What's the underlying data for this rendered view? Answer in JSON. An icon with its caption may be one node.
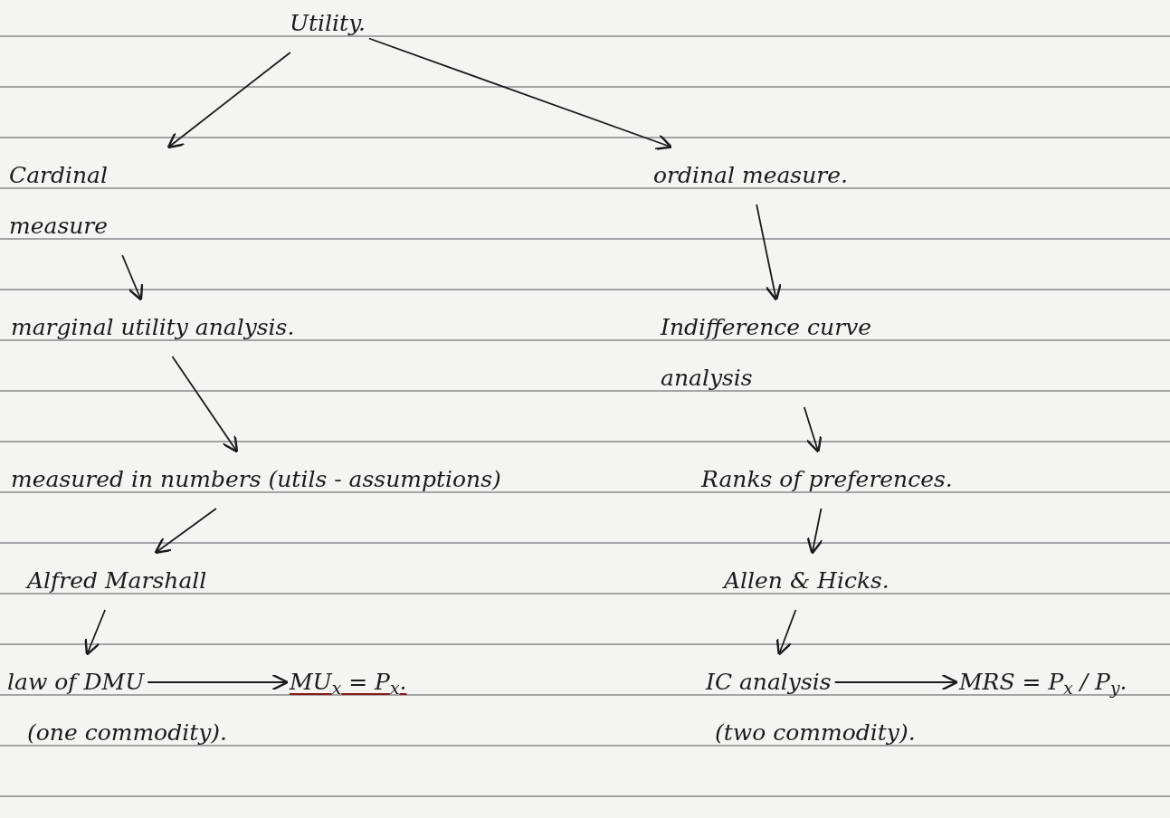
{
  "diagram": {
    "nodes": [
      {
        "text": [
          "Utility."
        ]
      },
      {
        "text": [
          "Cardinal measure"
        ]
      },
      {
        "text": [
          "ordinal measure."
        ]
      },
      {
        "text": [
          "marginal utility analysis."
        ]
      },
      {
        "text": [
          "Indifference curve analysis"
        ]
      },
      {
        "text": [
          "measured in numbers (utils - assumptions)"
        ]
      },
      {
        "text": [
          "Ranks of preferences."
        ]
      },
      {
        "text": [
          "Alfred Marshall"
        ]
      },
      {
        "text": [
          "Allen & Hicks."
        ]
      },
      {
        "text": [
          "law of DMU"
        ],
        "beside": [
          "(one commodity)."
        ]
      },
      {
        "text": [
          "MU$_{x}$ = P$_{x}$."
        ]
      },
      {
        "text": [
          "IC analysis"
        ],
        "beside": [
          "(two commodity)."
        ]
      },
      {
        "text": [
          "MRS = P$_{x}$ / P$_{y}$."
        ]
      }
    ],
    "edges": [
      {
        "from": 0,
        "to": 1,
        "arrow": "to"
      },
      {
        "from": 0,
        "to": 2,
        "arrow": "to"
      },
      {
        "from": 1,
        "to": 3,
        "arrow": "to"
      },
      {
        "from": 3,
        "to": 5,
        "arrow": "to"
      },
      {
        "from": 5,
        "to": 7,
        "arrow": "to"
      },
      {
        "from": 7,
        "to": 9,
        "arrow": "to"
      },
      {
        "from": 9,
        "to": 10,
        "arrow": "to"
      },
      {
        "from": 2,
        "to": 4,
        "arrow": "to"
      },
      {
        "from": 4,
        "to": 6,
        "arrow": "to"
      },
      {
        "from": 6,
        "to": 8,
        "arrow": "to"
      },
      {
        "from": 8,
        "to": 11,
        "arrow": "to"
      },
      {
        "from": 11,
        "to": 12,
        "arrow": "to"
      }
    ]
  }
}
